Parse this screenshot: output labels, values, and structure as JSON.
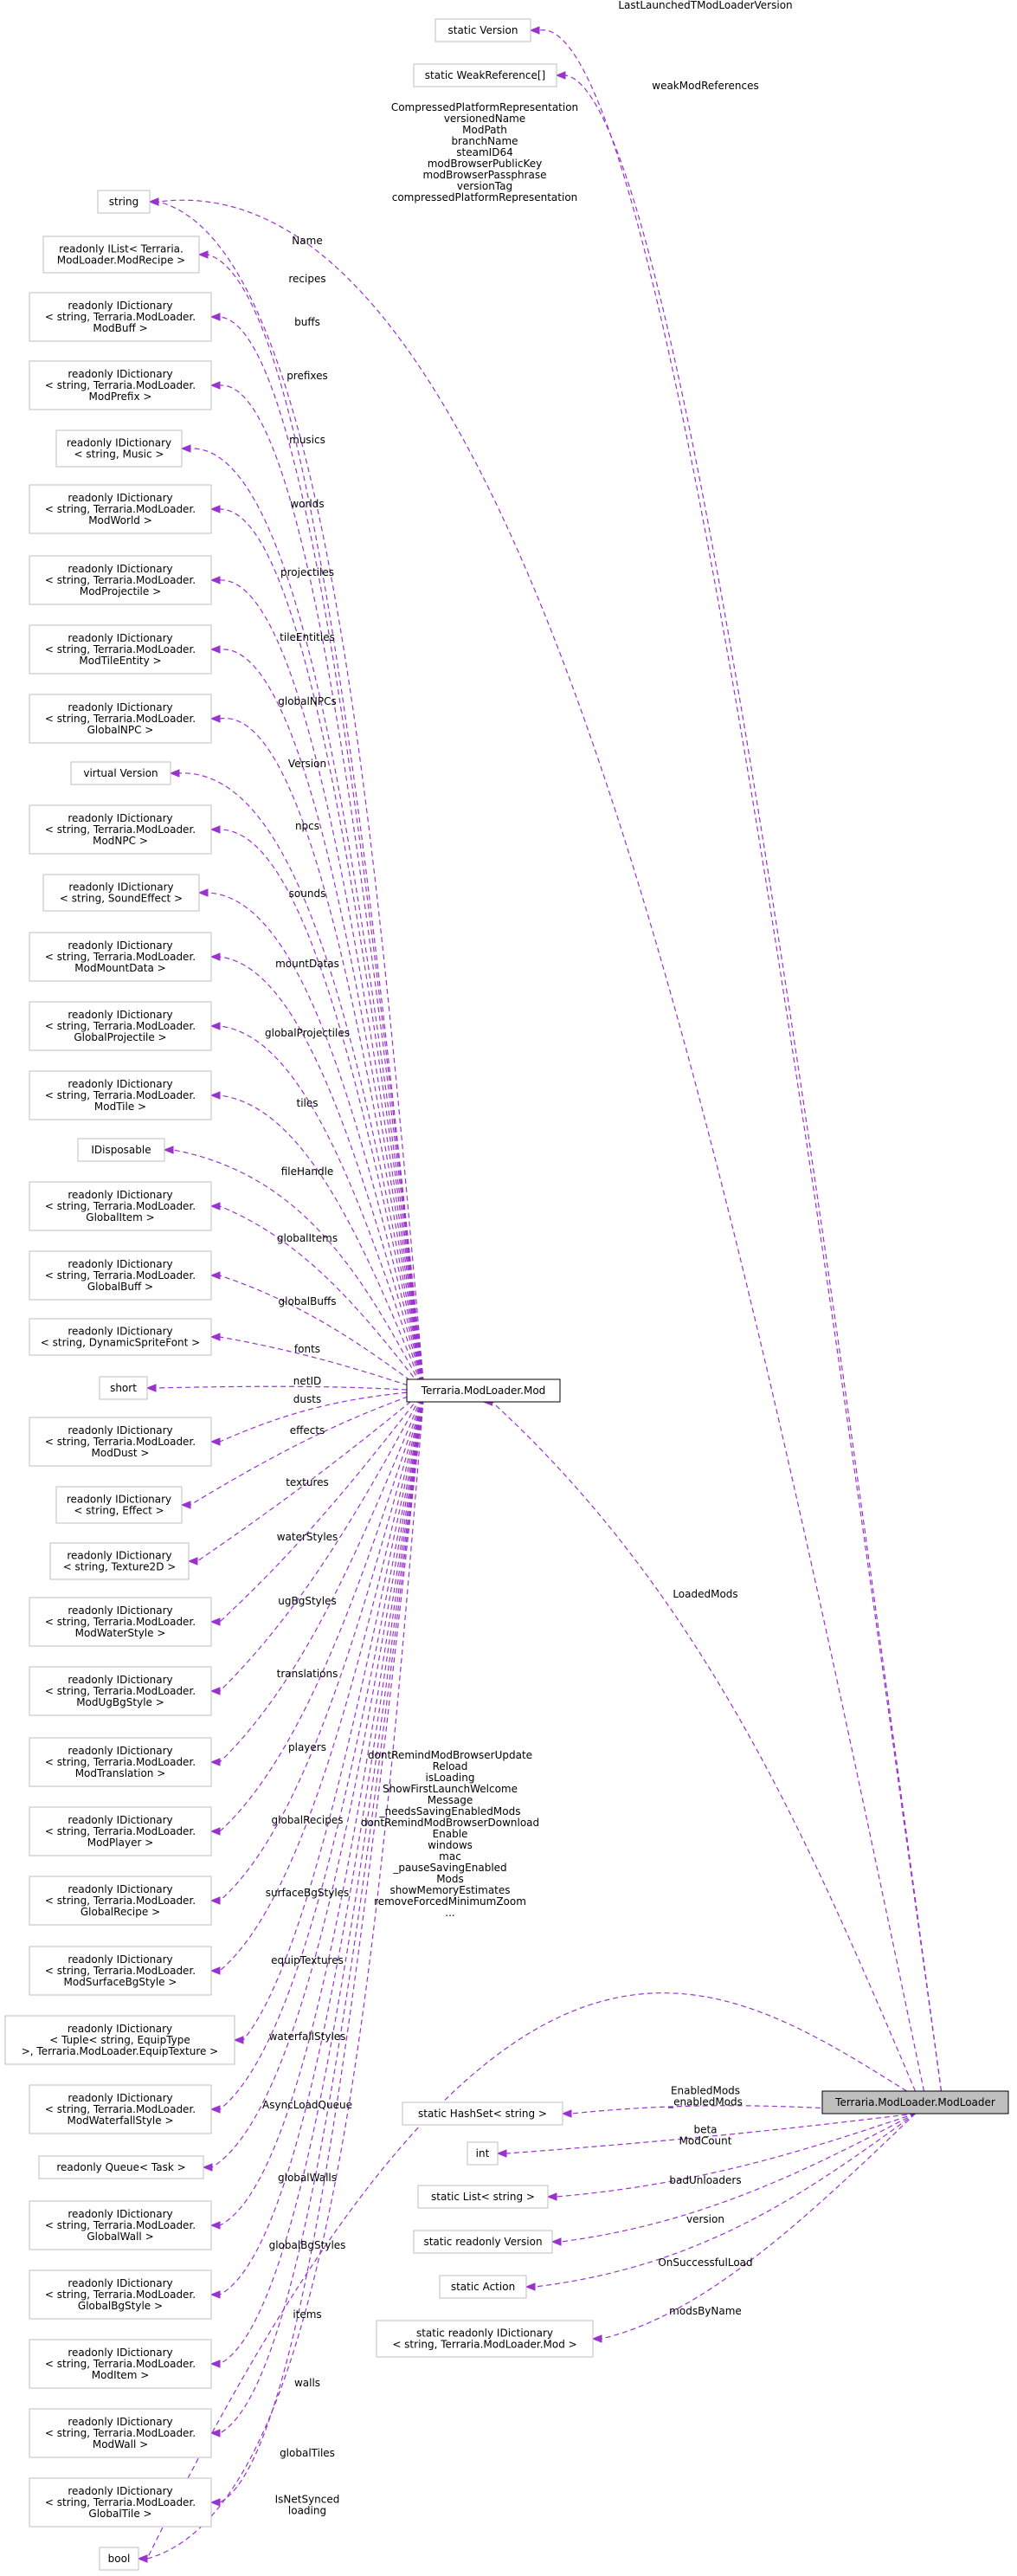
{
  "nodes": {
    "last_version": "static Version",
    "weak_refs": "static WeakReference[]",
    "string": "string",
    "ilist_recipe": "readonly IList< Terraria.\nModLoader.ModRecipe >",
    "dict_buff": "readonly IDictionary\n< string, Terraria.ModLoader.\nModBuff >",
    "dict_prefix": "readonly IDictionary\n< string, Terraria.ModLoader.\nModPrefix >",
    "dict_music": "readonly IDictionary\n< string, Music >",
    "dict_world": "readonly IDictionary\n< string, Terraria.ModLoader.\nModWorld >",
    "dict_projectile": "readonly IDictionary\n< string, Terraria.ModLoader.\nModProjectile >",
    "dict_tileentity": "readonly IDictionary\n< string, Terraria.ModLoader.\nModTileEntity >",
    "dict_globalnpc": "readonly IDictionary\n< string, Terraria.ModLoader.\nGlobalNPC >",
    "virtual_version": "virtual Version",
    "dict_npc": "readonly IDictionary\n< string, Terraria.ModLoader.\nModNPC >",
    "dict_sound": "readonly IDictionary\n< string, SoundEffect >",
    "dict_mountdata": "readonly IDictionary\n< string, Terraria.ModLoader.\nModMountData >",
    "dict_globalprojectile": "readonly IDictionary\n< string, Terraria.ModLoader.\nGlobalProjectile >",
    "dict_tile": "readonly IDictionary\n< string, Terraria.ModLoader.\nModTile >",
    "idisposable": "IDisposable",
    "dict_globalitem": "readonly IDictionary\n< string, Terraria.ModLoader.\nGlobalItem >",
    "dict_globalbuff": "readonly IDictionary\n< string, Terraria.ModLoader.\nGlobalBuff >",
    "dict_font": "readonly IDictionary\n< string, DynamicSpriteFont >",
    "short": "short",
    "dict_dust": "readonly IDictionary\n< string, Terraria.ModLoader.\nModDust >",
    "dict_effect": "readonly IDictionary\n< string, Effect >",
    "dict_texture": "readonly IDictionary\n< string, Texture2D >",
    "dict_waterstyle": "readonly IDictionary\n< string, Terraria.ModLoader.\nModWaterStyle >",
    "dict_ugbgstyle": "readonly IDictionary\n< string, Terraria.ModLoader.\nModUgBgStyle >",
    "dict_translation": "readonly IDictionary\n< string, Terraria.ModLoader.\nModTranslation >",
    "dict_player": "readonly IDictionary\n< string, Terraria.ModLoader.\nModPlayer >",
    "dict_globalrecipe": "readonly IDictionary\n< string, Terraria.ModLoader.\nGlobalRecipe >",
    "dict_surfacebgstyle": "readonly IDictionary\n< string, Terraria.ModLoader.\nModSurfaceBgStyle >",
    "dict_equiptexture": "readonly IDictionary\n< Tuple< string, EquipType\n>, Terraria.ModLoader.EquipTexture >",
    "dict_waterfallstyle": "readonly IDictionary\n< string, Terraria.ModLoader.\nModWaterfallStyle >",
    "queue_task": "readonly Queue< Task >",
    "dict_globalwall": "readonly IDictionary\n< string, Terraria.ModLoader.\nGlobalWall >",
    "dict_globalbgstyle": "readonly IDictionary\n< string, Terraria.ModLoader.\nGlobalBgStyle >",
    "dict_item": "readonly IDictionary\n< string, Terraria.ModLoader.\nModItem >",
    "dict_wall": "readonly IDictionary\n< string, Terraria.ModLoader.\nModWall >",
    "dict_globaltile": "readonly IDictionary\n< string, Terraria.ModLoader.\nGlobalTile >",
    "bool": "bool",
    "mod": "Terraria.ModLoader.Mod",
    "modloader": "Terraria.ModLoader.ModLoader",
    "hashset": "static HashSet< string >",
    "int": "int",
    "list_string": "static List< string >",
    "static_readonly_version": "static readonly Version",
    "static_action": "static Action",
    "dict_mod": "static readonly IDictionary\n< string, Terraria.ModLoader.Mod >"
  },
  "edges": {
    "last_launched": "LastLaunchedTModLoaderVersion",
    "weak_mod_refs": "weakModReferences",
    "string_fields": "CompressedPlatformRepresentation\nversionedName\nModPath\nbranchName\nsteamID64\nmodBrowserPublicKey\nmodBrowserPassphrase\nversionTag\ncompressedPlatformRepresentation",
    "name": "Name",
    "recipes": "recipes",
    "buffs": "buffs",
    "prefixes": "prefixes",
    "musics": "musics",
    "worlds": "worlds",
    "projectiles": "projectiles",
    "tile_entities": "tileEntities",
    "global_npcs": "globalNPCs",
    "version": "Version",
    "npcs": "npcs",
    "sounds": "sounds",
    "mount_datas": "mountDatas",
    "global_projectiles": "globalProjectiles",
    "tiles": "tiles",
    "file_handle": "fileHandle",
    "global_items": "globalItems",
    "global_buffs": "globalBuffs",
    "fonts": "fonts",
    "net_id": "netID",
    "dusts": "dusts",
    "effects": "effects",
    "textures": "textures",
    "water_styles": "waterStyles",
    "ug_bg_styles": "ugBgStyles",
    "translations": "translations",
    "players": "players",
    "global_recipes": "globalRecipes",
    "surface_bg_styles": "surfaceBgStyles",
    "equip_textures": "equipTextures",
    "waterfall_styles": "waterfallStyles",
    "async_load_queue": "AsyncLoadQueue",
    "global_walls": "globalWalls",
    "global_bg_styles": "globalBgStyles",
    "items": "items",
    "walls": "walls",
    "global_tiles": "globalTiles",
    "is_net_synced": "IsNetSynced\nloading",
    "bool_fields": "dontRemindModBrowserUpdate\nReload\nisLoading\nShowFirstLaunchWelcome\nMessage\n_needsSavingEnabledMods\ndontRemindModBrowserDownload\nEnable\nwindows\nmac\n_pauseSavingEnabled\nMods\nshowMemoryEstimates\nremoveForcedMinimumZoom\n...",
    "loaded_mods": "LoadedMods",
    "enabled_mods": "EnabledMods\n_enabledMods",
    "beta": "beta\nModCount",
    "bad_unloaders": "badUnloaders",
    "version_lc": "version",
    "on_successful_load": "OnSuccessfulLoad",
    "mods_by_name": "modsByName"
  }
}
